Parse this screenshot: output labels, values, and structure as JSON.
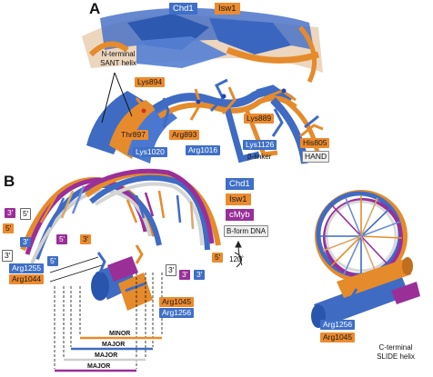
{
  "panel_a": {
    "letter": "A",
    "legend": [
      "Chd1",
      "Isw1"
    ],
    "annotation": "N-terminal\nSANT helix",
    "labels": {
      "lys894": "Lys894",
      "thr897": "Thr897",
      "arg893": "Arg893",
      "lys889": "Lys889",
      "his805": "His805",
      "lys1020": "Lys1020",
      "arg1016": "Arg1016",
      "lys1126": "Lys1126",
      "beta_linker": "β-linker",
      "hand": "HAND"
    }
  },
  "panel_b": {
    "letter": "B",
    "legend": [
      "Chd1",
      "Isw1",
      "cMyb",
      "B-form DNA"
    ],
    "end_labels": {
      "l3_purple": "3'",
      "l5_orange": "5'",
      "l3_blue": "3'",
      "l5_white": "5'",
      "l3_white": "3'",
      "m5_purple": "5'",
      "m5_blue": "5'",
      "m3_orange": "3'",
      "r3_white": "3'",
      "r3_purple": "3'",
      "r3_blue": "3'",
      "r5_orange": "5'"
    },
    "residue_labels": {
      "arg1255": "Arg1255",
      "arg1044": "Arg1044",
      "arg1045": "Arg1045",
      "arg1256": "Arg1256",
      "arg1256_right": "Arg1256",
      "arg1045_right": "Arg1045"
    },
    "groove_labels": [
      "MINOR",
      "MAJOR",
      "MAJOR",
      "MAJOR"
    ],
    "rotation": "120˚",
    "annotation": "C-terminal\nSLIDE helix"
  }
}
